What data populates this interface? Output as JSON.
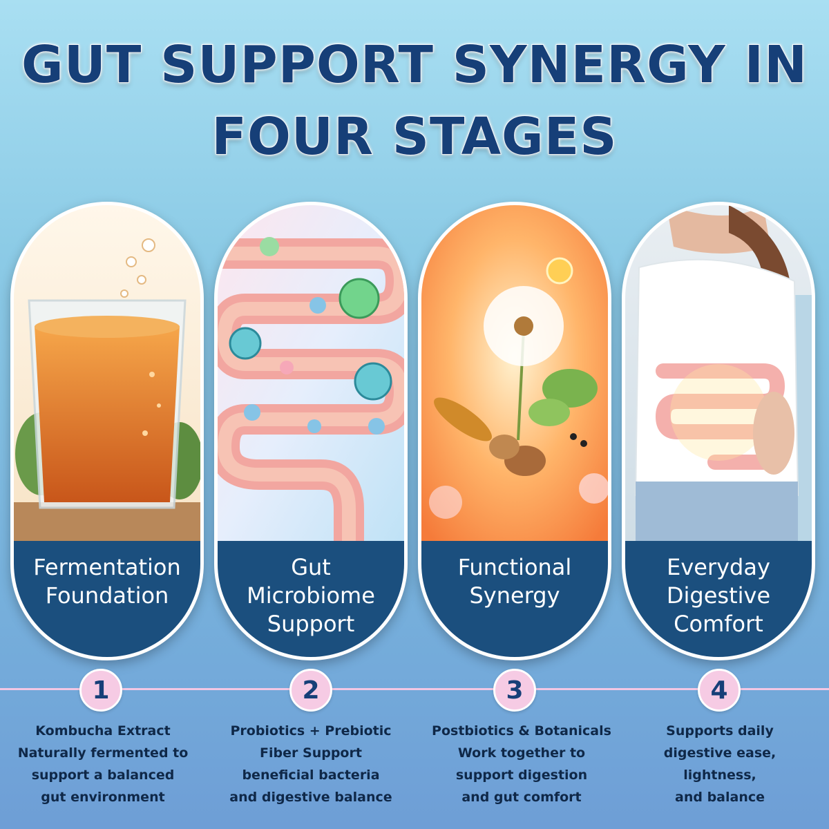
{
  "title": "GUT SUPPORT SYNERGY IN\nFOUR STAGES",
  "stages": [
    {
      "number": "1",
      "heading": "Fermentation\nFoundation",
      "description": "Kombucha Extract\nNaturally fermented to\nsupport a balanced\ngut environment"
    },
    {
      "number": "2",
      "heading": "Gut\nMicrobiome\nSupport",
      "description": "Probiotics + Prebiotic\nFiber Support\nbeneficial bacteria\nand digestive balance"
    },
    {
      "number": "3",
      "heading": "Functional\nSynergy",
      "description": "Postbiotics & Botanicals\nWork together to\nsupport digestion\nand gut comfort"
    },
    {
      "number": "4",
      "heading": "Everyday\nDigestive\nComfort",
      "description": "Supports daily\ndigestive ease,\nlightness,\nand balance"
    }
  ],
  "colors": {
    "title": "#163f78",
    "band": "#1b4f7e",
    "number_circle": "#f6cbe4",
    "timeline": "#f2c7e4"
  }
}
